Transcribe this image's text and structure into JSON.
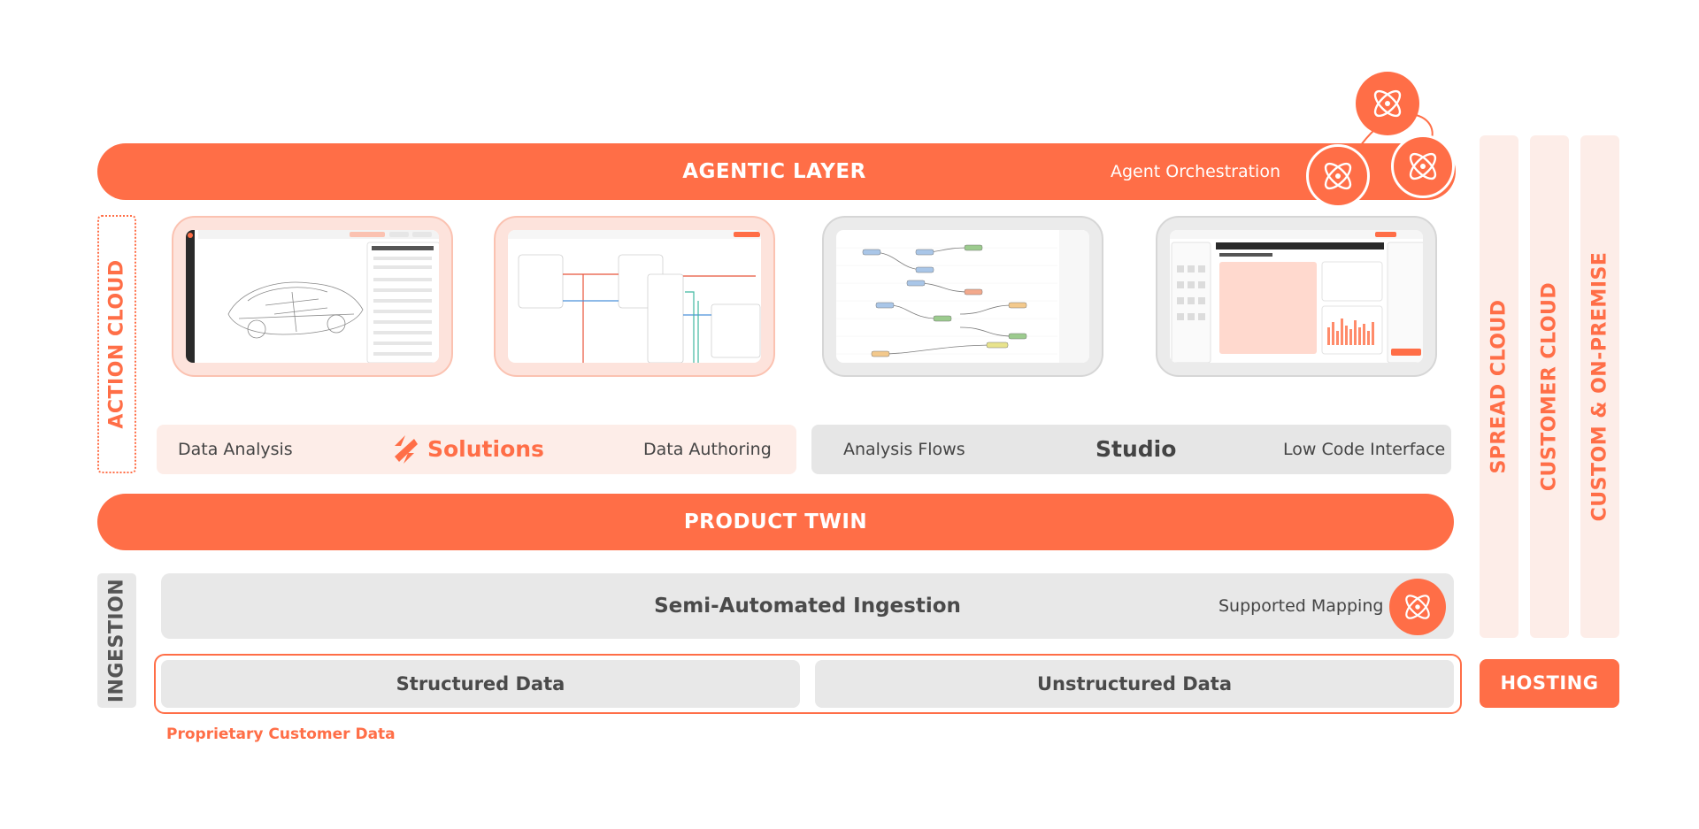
{
  "agentic_layer": {
    "title": "AGENTIC LAYER",
    "subtitle": "Agent Orchestration"
  },
  "action_cloud": {
    "label": "ACTION CLOUD"
  },
  "solutions": {
    "left": "Data Analysis",
    "title": "Solutions",
    "right": "Data Authoring"
  },
  "studio": {
    "left": "Analysis Flows",
    "title": "Studio",
    "right": "Low Code Interface"
  },
  "product_twin": {
    "title": "PRODUCT TWIN"
  },
  "ingestion": {
    "label": "INGESTION",
    "title": "Semi-Automated Ingestion",
    "mapping": "Supported Mapping",
    "structured": "Structured Data",
    "unstructured": "Unstructured Data",
    "proprietary": "Proprietary Customer Data"
  },
  "hosting": {
    "spread_cloud": "SPREAD CLOUD",
    "customer_cloud": "CUSTOMER CLOUD",
    "on_premise": "CUSTOM & ON-PREMISE",
    "label": "HOSTING"
  },
  "colors": {
    "accent": "#FF6E47",
    "light_accent": "#FDEDE8",
    "neutral": "#E8E8E8",
    "text": "#444444"
  },
  "icons": {
    "agent": "atom-orbit-icon",
    "brand": "spread-logo-icon"
  }
}
